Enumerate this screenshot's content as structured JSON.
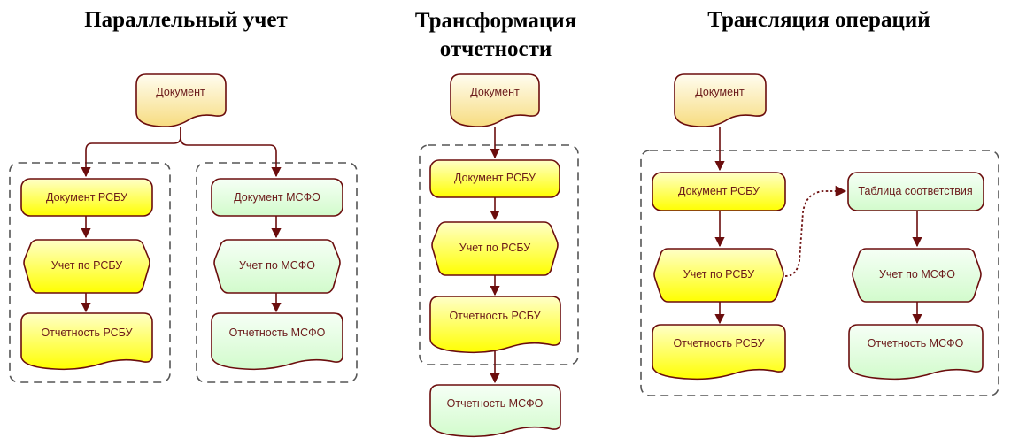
{
  "panels": [
    {
      "title": "Параллельный учет",
      "nodes": {
        "document": "Документ",
        "doc_rsbu": "Документ РСБУ",
        "acc_rsbu": "Учет по РСБУ",
        "rep_rsbu": "Отчетность РСБУ",
        "doc_msfo": "Документ МСФО",
        "acc_msfo": "Учет по МСФО",
        "rep_msfo": "Отчетность МСФО"
      }
    },
    {
      "title": "Трансформация отчетности",
      "nodes": {
        "document": "Документ",
        "doc_rsbu": "Документ РСБУ",
        "acc_rsbu": "Учет по РСБУ",
        "rep_rsbu": "Отчетность РСБУ",
        "rep_msfo": "Отчетность МСФО"
      }
    },
    {
      "title": "Трансляция операций",
      "nodes": {
        "document": "Документ",
        "doc_rsbu": "Документ РСБУ",
        "acc_rsbu": "Учет по РСБУ",
        "rep_rsbu": "Отчетность РСБУ",
        "mapping_table": "Таблица соответствия",
        "acc_msfo": "Учет по МСФО",
        "rep_msfo": "Отчетность МСФО"
      }
    }
  ],
  "colors": {
    "stroke": "#6b0d0d",
    "text": "#6b1a1a",
    "rsbu_fill_top": "#ffffc0",
    "rsbu_fill_bottom": "#ffff00",
    "msfo_fill_top": "#f4fff4",
    "msfo_fill_bottom": "#d4fcd0",
    "document_fill_top": "#fffbe8",
    "document_fill_bottom": "#f8df8a",
    "group_border": "#555555"
  }
}
